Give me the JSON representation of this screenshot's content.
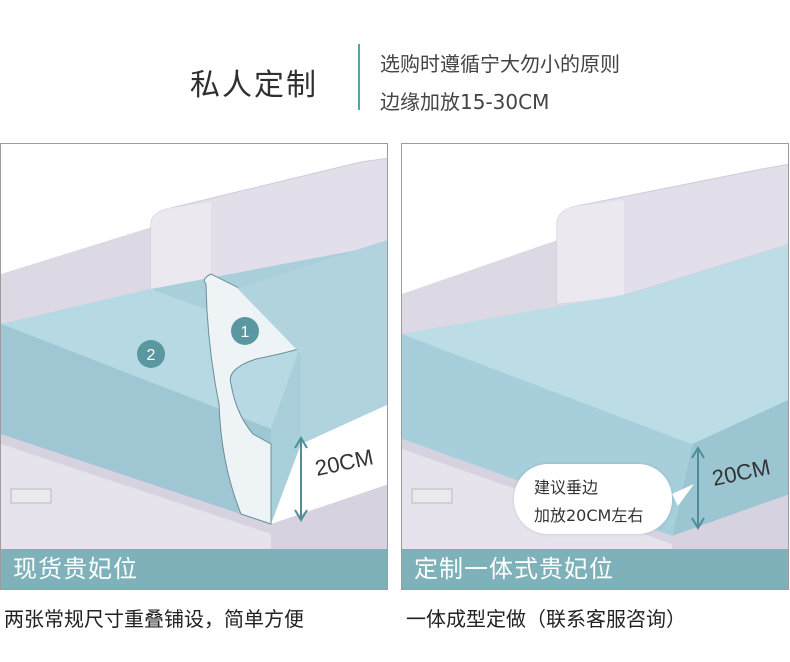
{
  "header": {
    "title": "私人定制",
    "line1": "选购时遵循宁大勿小的原则",
    "line2": "边缘加放15-30CM"
  },
  "left_panel": {
    "marker1": "1",
    "marker2": "2",
    "dimension": "20CM",
    "banner": "现货贵妃位",
    "caption": "两张常规尺寸重叠铺设，简单方便"
  },
  "right_panel": {
    "bubble_line1": "建议垂边",
    "bubble_line2": "加放20CM左右",
    "dimension": "20CM",
    "banner": "定制一体式贵妃位",
    "caption": "一体成型定做（联系客服咨询）"
  },
  "colors": {
    "accent": "#5aa0a8",
    "cover": "#b9d8e2",
    "sofa": "#dcd8e4",
    "banner": "#7fb1ba"
  }
}
